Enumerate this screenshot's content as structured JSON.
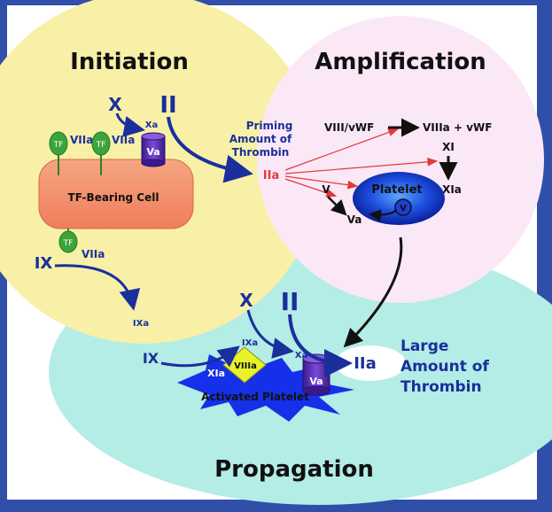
{
  "phases": {
    "initiation": "Initiation",
    "amplification": "Amplification",
    "propagation": "Propagation"
  },
  "initiation": {
    "factor_x": "X",
    "factor_ii": "II",
    "xa": "Xa",
    "va": "Va",
    "tf_1": "TF",
    "viia_1": "VIIa",
    "tf_2": "TF",
    "viia_2": "VIIa",
    "tf_cell": "TF-Bearing Cell",
    "tf_3": "TF",
    "viia_3": "VIIa",
    "factor_ix": "IX",
    "ixa": "IXa"
  },
  "amplification": {
    "priming_line1": "Priming",
    "priming_line2": "Amount of",
    "priming_line3": "Thrombin",
    "iia": "IIa",
    "viii_vwf": "VIII/vWF",
    "viiia_vwf": "VIIIa + vWF",
    "xi": "XI",
    "xia": "XIa",
    "v": "V",
    "va": "Va",
    "platelet": "Platelet",
    "platelet_v": "V"
  },
  "propagation": {
    "factor_x": "X",
    "factor_ii": "II",
    "factor_ix": "IX",
    "ixa": "IXa",
    "xia": "XIa",
    "viiia": "VIIIa",
    "xa": "Xa",
    "va": "Va",
    "iia": "IIa",
    "activated_platelet": "Activated Platelet",
    "large_line1": "Large",
    "large_line2": "Amount of",
    "large_line3": "Thrombin"
  },
  "colors": {
    "frame_blue": "#2f4fa8",
    "initiation_yellow": "#f7f0a6",
    "amplification_pink": "#fbe8f6",
    "propagation_cyan": "#b4ece6",
    "arrow_blue": "#1a2f9c",
    "arrow_red": "#e23a3a",
    "tf_green": "#3ca43a",
    "cell_orange": "#f4906c",
    "platelet_blue": "#1e3fd8",
    "starburst_blue": "#1530e8",
    "viiia_yellow": "#e7f22b",
    "va_purple": "#5a2ab8"
  }
}
